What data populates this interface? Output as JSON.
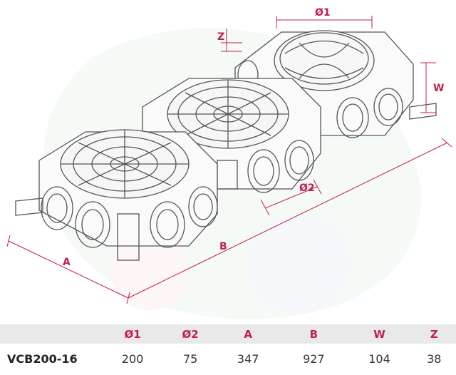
{
  "drawing": {
    "dimension_labels": {
      "d1": "Ø1",
      "d2": "Ø2",
      "a": "A",
      "b": "B",
      "w": "W",
      "z": "Z"
    },
    "colors": {
      "dimension": "#c0204a",
      "outline": "#444444",
      "watermark": "#e4f1ea"
    }
  },
  "table": {
    "headers": [
      "",
      "Ø1",
      "Ø2",
      "A",
      "B",
      "W",
      "Z"
    ],
    "rows": [
      [
        "VCB200-16",
        "200",
        "75",
        "347",
        "927",
        "104",
        "38"
      ]
    ]
  }
}
